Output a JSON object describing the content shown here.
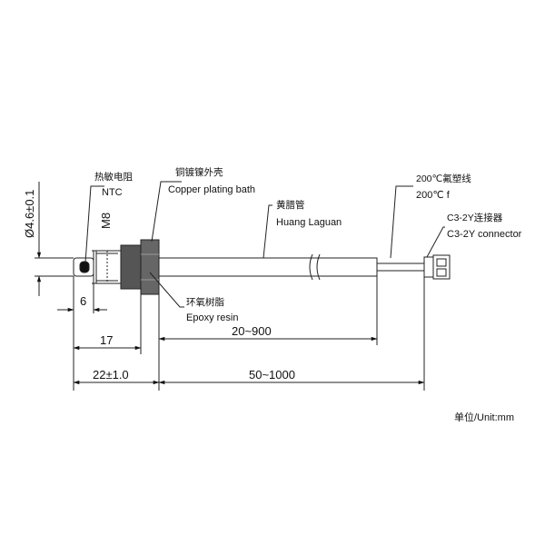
{
  "labels": {
    "thermistor_cn": "热敏电阻",
    "thermistor_en": "NTC",
    "copper_cn": "铜镀镍外壳",
    "copper_en": "Copper plating bath",
    "tube_cn": "黄腊管",
    "tube_en": "Huang Laguan",
    "wire_cn": "200℃氟塑线",
    "wire_en": "200℃ f",
    "connector_cn": "C3-2Y连接器",
    "connector_en": "C3-2Y connector",
    "epoxy_cn": "环氧树脂",
    "epoxy_en": "Epoxy resin"
  },
  "dimensions": {
    "diameter": "Ø4.6±0.1",
    "thread": "M8",
    "tip": "6",
    "body": "17",
    "probe": "22±1.0",
    "tube_len": "20~900",
    "cable_len": "50~1000"
  },
  "unit": "单位/Unit:mm"
}
